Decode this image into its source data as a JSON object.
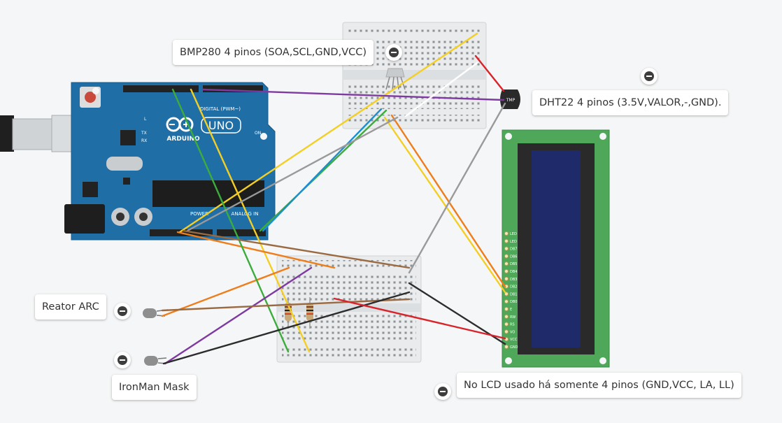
{
  "board": {
    "brand": "ARDUINO",
    "model": "UNO",
    "digital_label": "DIGITAL (PWM~)",
    "power_label": "POWER",
    "analog_label": "ANALOG IN",
    "on_label": "ON",
    "tx_label": "TX",
    "rx_label": "RX",
    "l_label": "L"
  },
  "sensor": {
    "label": "TMP"
  },
  "lcd": {
    "pins": [
      "LED",
      "LED",
      "DB7",
      "DB6",
      "DB5",
      "DB4",
      "DB3",
      "DB2",
      "DB1",
      "DB0",
      "E",
      "RW",
      "RS",
      "VO",
      "VCC",
      "GND"
    ]
  },
  "notes": {
    "bmp280": "BMP280 4 pinos (SOA,SCL,GND,VCC)",
    "dht22": "DHT22 4 pinos (3.5V,VALOR,-,GND).",
    "reator": "Reator ARC",
    "ironman": "IronMan Mask",
    "lcd": "No LCD usado há somente 4 pinos (GND,VCC, LA, LL)"
  },
  "colors": {
    "board": "#1f6ea6",
    "breadboard": "#e9ebec",
    "lcd_pcb": "#4fa85a",
    "lcd_screen": "#1f2a6b",
    "wire_yellow": "#f3cf25",
    "wire_orange": "#ee7d1c",
    "wire_green": "#3cad3c",
    "wire_blue": "#1d8fd1",
    "wire_purple": "#7f3aa1",
    "wire_gray": "#9a9a9a",
    "wire_black": "#2c2c2c",
    "wire_red": "#d9232b",
    "wire_brown": "#9a6a43",
    "wire_white": "#ffffff"
  }
}
